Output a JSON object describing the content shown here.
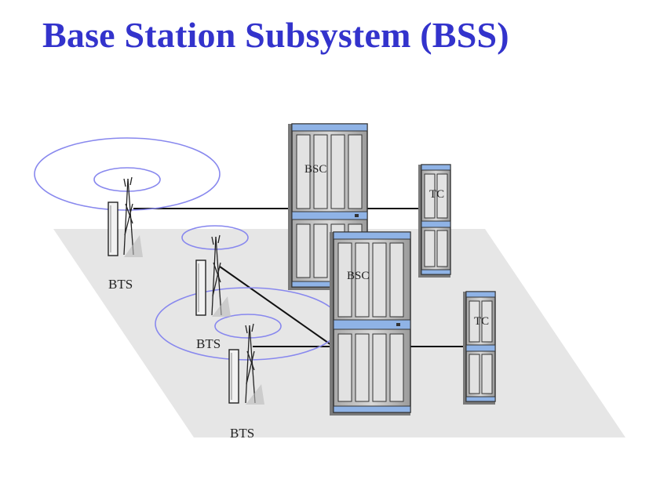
{
  "title": "Base Station Subsystem (BSS)",
  "colors": {
    "title": "#3333cc",
    "floor": "#e6e6e6",
    "coverage_ring": "#8888ee",
    "cabinet_fill": "#c9c9c9",
    "cabinet_accent": "#8fb3e6"
  },
  "labels": {
    "bts_1": "BTS",
    "bts_2": "BTS",
    "bts_3": "BTS",
    "bsc_1": "BSC",
    "bsc_2": "BSC",
    "tc_1": "TC",
    "tc_2": "TC"
  }
}
